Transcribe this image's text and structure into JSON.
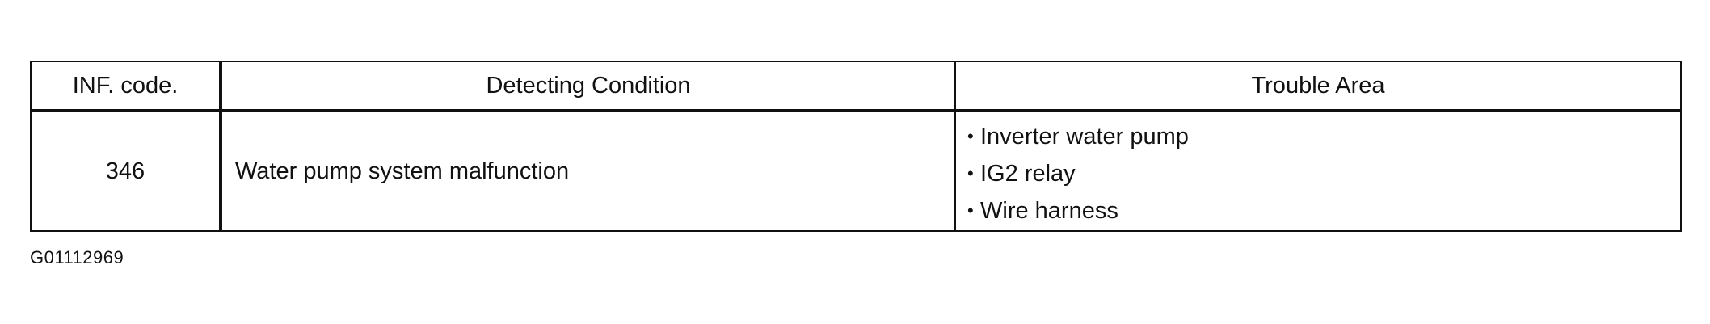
{
  "table": {
    "headers": [
      "INF. code.",
      "Detecting Condition",
      "Trouble Area"
    ],
    "rows": [
      {
        "code": "346",
        "condition": "Water pump system malfunction",
        "areas": [
          "Inverter water pump",
          "IG2 relay",
          "Wire harness"
        ],
        "bullet": "•"
      }
    ]
  },
  "figure_id": "G01112969"
}
